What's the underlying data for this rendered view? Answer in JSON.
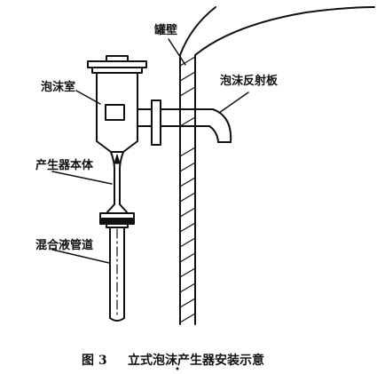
{
  "labels": {
    "tank_wall": "罐壁",
    "foam_chamber": "泡沫室",
    "foam_deflector": "泡沫反射板",
    "generator_body": "产生器本体",
    "mixture_pipe": "混合液管道"
  },
  "caption": {
    "number": "图 3",
    "text": "立式泡沫产生器安装示意"
  }
}
